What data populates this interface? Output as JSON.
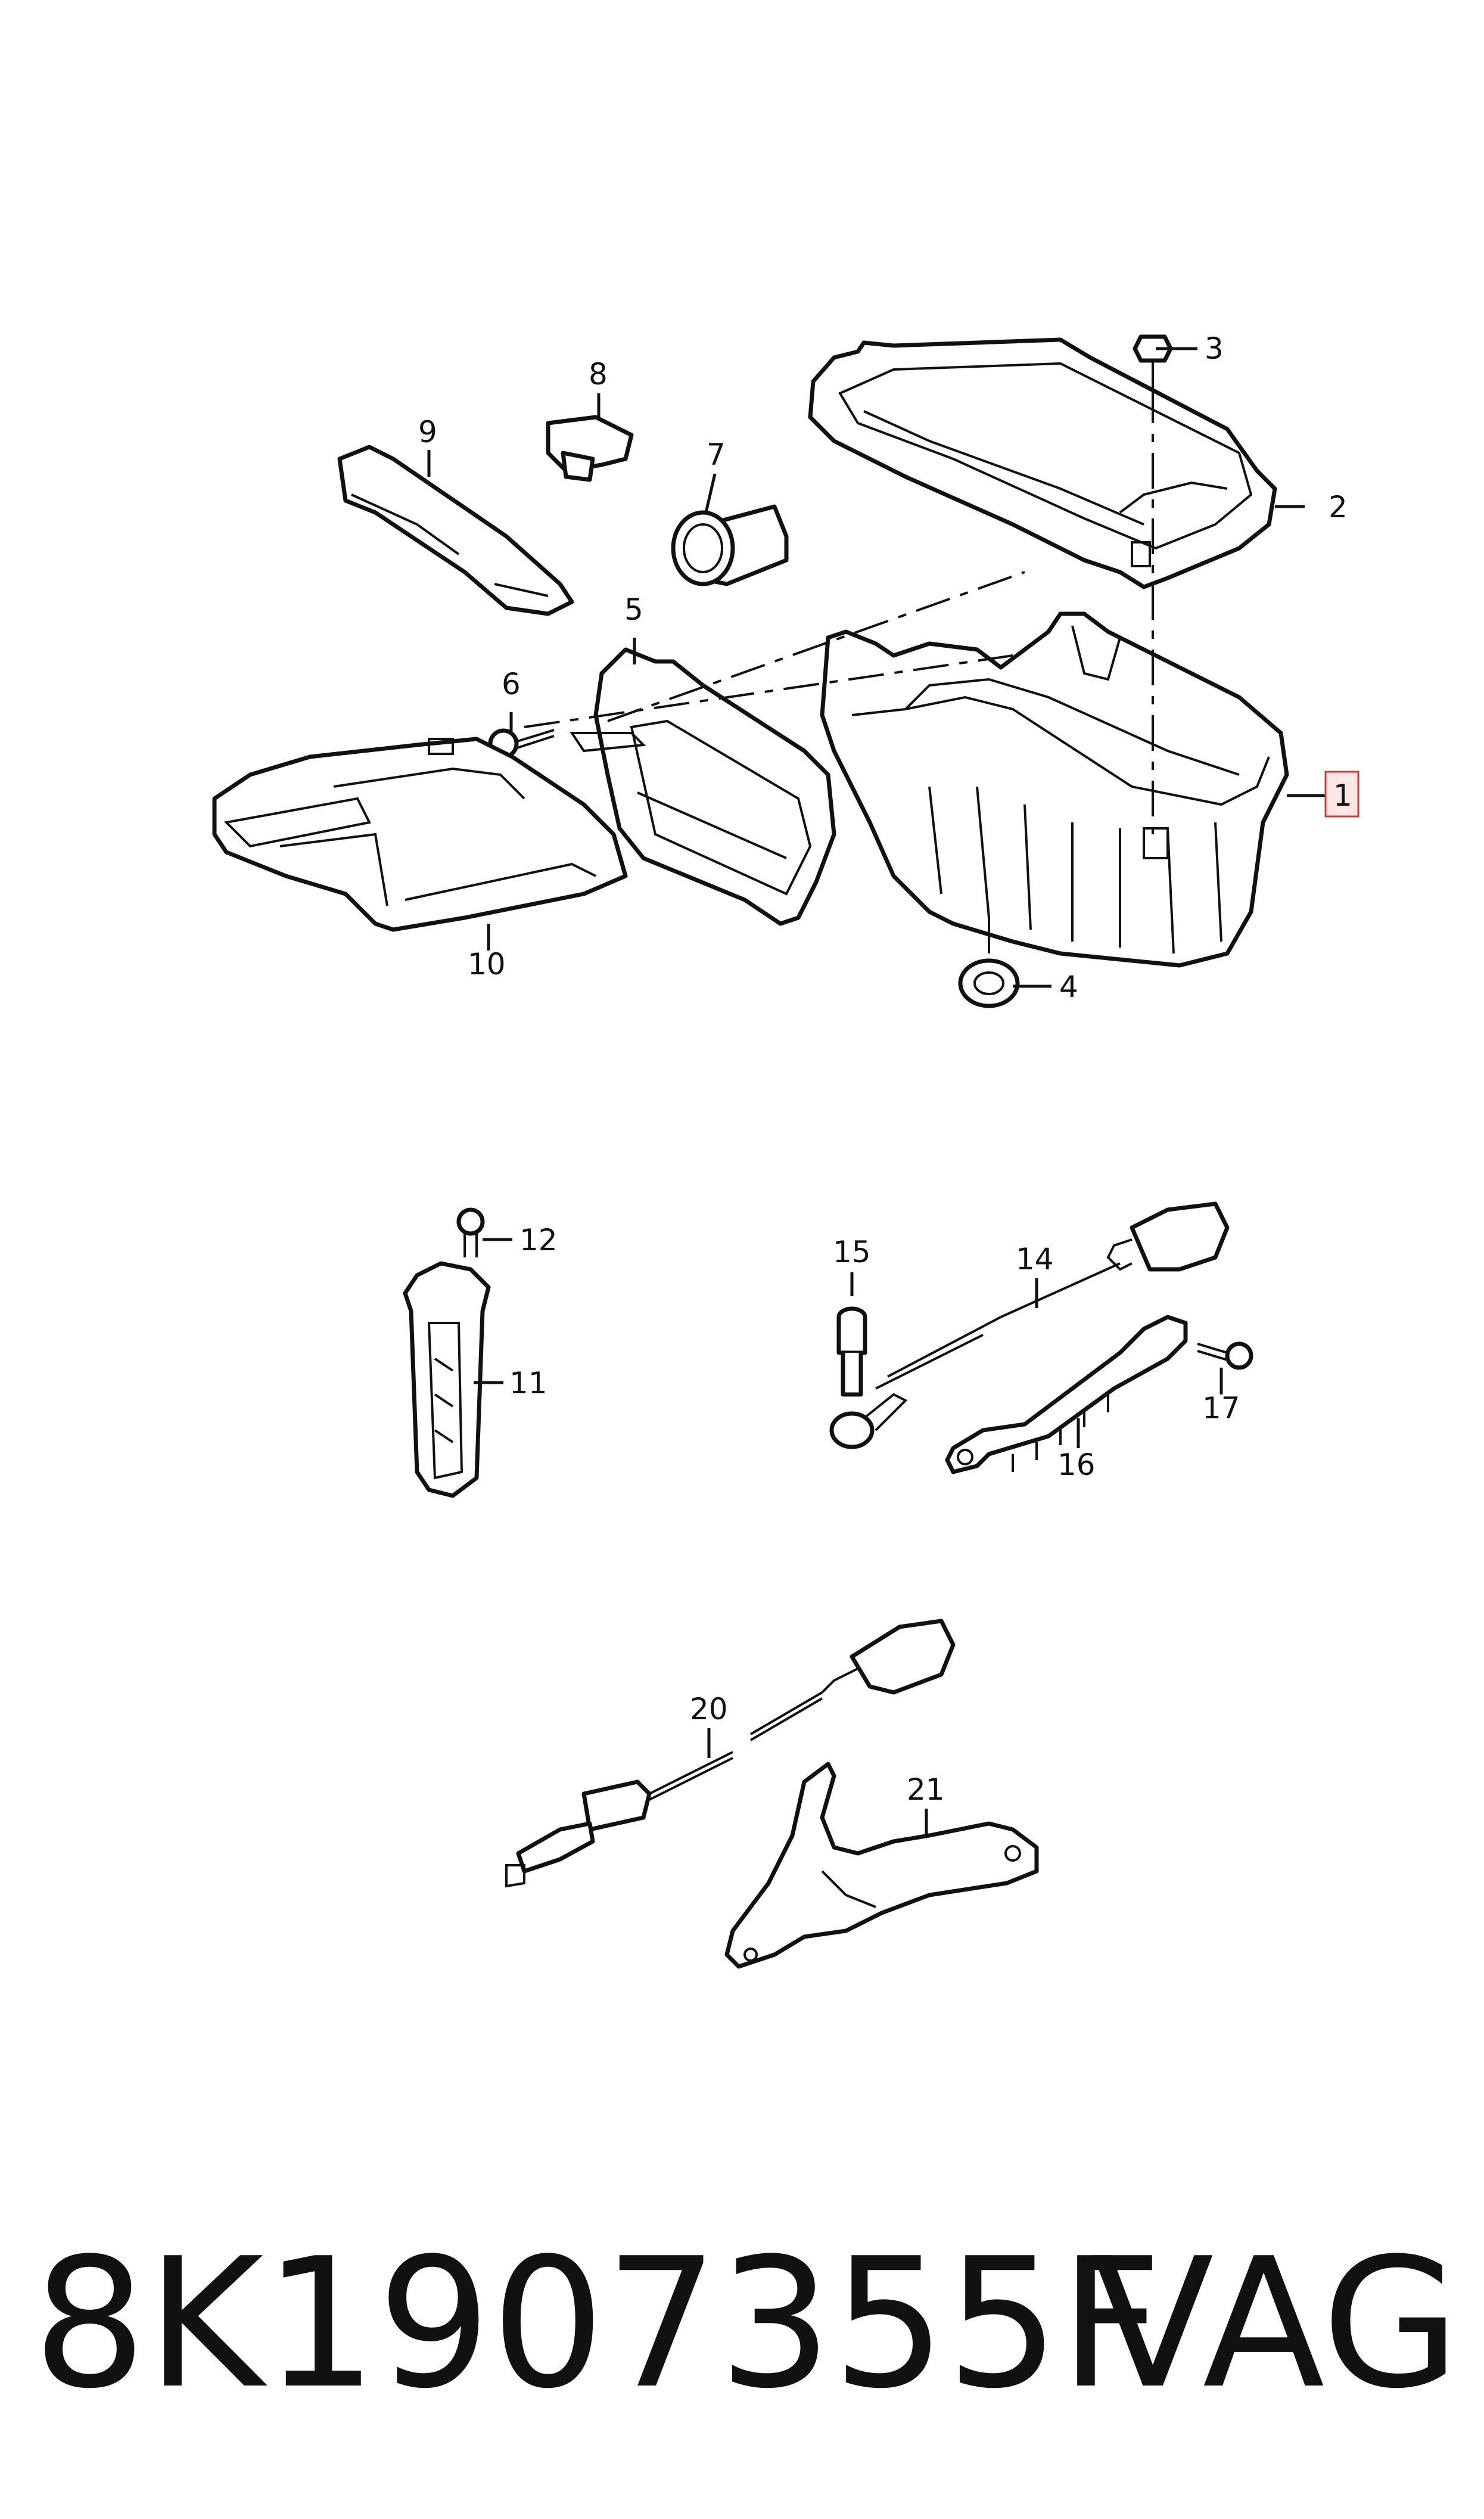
{
  "callouts": {
    "c1": "1",
    "c2": "2",
    "c3": "3",
    "c4": "4",
    "c5": "5",
    "c6": "6",
    "c7": "7",
    "c8": "8",
    "c9": "9",
    "c10": "10",
    "c11": "11",
    "c12": "12",
    "c14": "14",
    "c15": "15",
    "c16": "16",
    "c17": "17",
    "c20": "20",
    "c21": "21"
  },
  "highlighted_callout": "1",
  "colors": {
    "line": "#111111",
    "highlight_fill": "#fde6e6",
    "highlight_border": "#d43a3a"
  },
  "footer": {
    "part_number": "8K1907355F",
    "brand": "VAG"
  }
}
